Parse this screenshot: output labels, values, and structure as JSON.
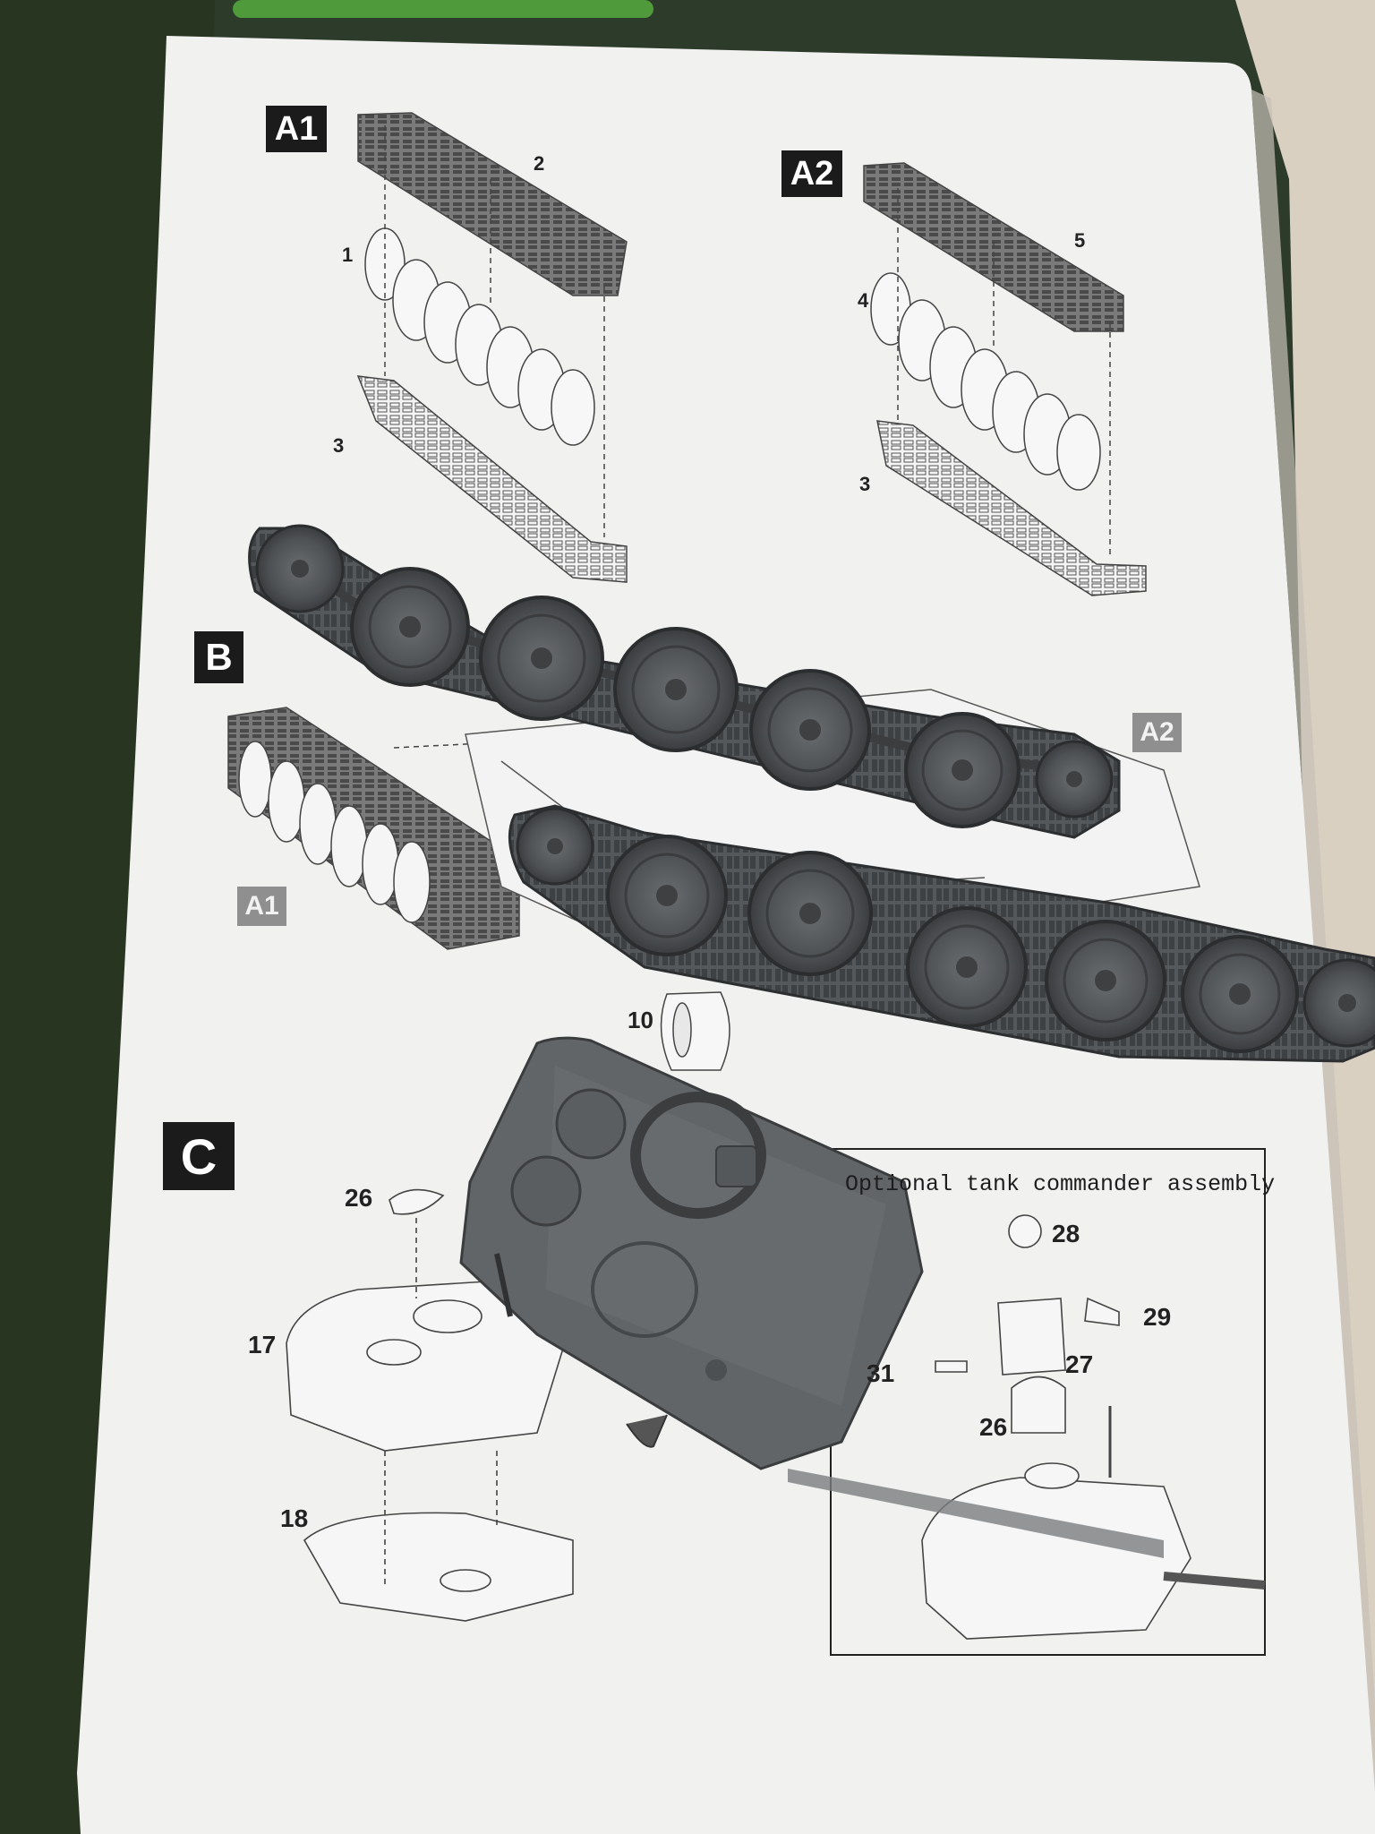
{
  "steps": {
    "a1": "A1",
    "a2": "A2",
    "b": "B",
    "c": "C",
    "a2_small": "A2",
    "a1_small": "A1"
  },
  "part_numbers": {
    "p1": "1",
    "p2": "2",
    "p3_left": "3",
    "p4": "4",
    "p5": "5",
    "p3_right": "3",
    "p10": "10",
    "p26_left": "26",
    "p17": "17",
    "p18": "18",
    "p28": "28",
    "p29": "29",
    "p31": "31",
    "p27": "27",
    "p26_right": "26"
  },
  "optional_assembly": {
    "title": "Optional tank commander assembly"
  }
}
